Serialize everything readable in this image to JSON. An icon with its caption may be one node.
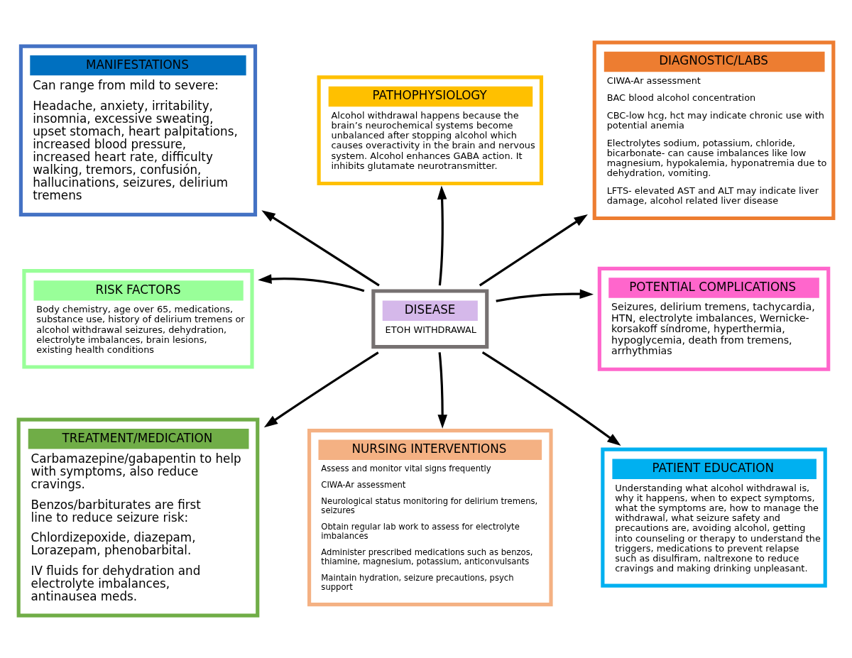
{
  "diagram": {
    "nodes": [
      {
        "text": [
          "MANIFESTATIONS",
          "Can range from mild to severe:",
          "Headache, anxiety, irritability, insomnia, excessive sweating, upset stomach, heart palpitations, increased blood pressure, increased heart rate, difficulty walking, tremors, confusión, hallucinations, seizures, delirium tremens"
        ]
      },
      {
        "text": [
          "PATHOPHYSIOLOGY",
          "Alcohol withdrawal happens because the brain’s neurochemical systems become unbalanced after stopping alcohol which causes overactivity in the brain and nervous system. Alcohol enhances GABA action. It inhibits glutamate neurotransmitter."
        ]
      },
      {
        "text": [
          "DIAGNOSTIC/LABS",
          "CIWA-Ar assessment",
          "BAC blood alcohol concentration",
          "CBC-low hcg, hct may indicate chronic use with potential anemia",
          "Electrolytes sodium, potassium, chloride, bicarbonate- can cause imbalances like low magnesium, hypokalemia, hyponatremia due to dehydration, vomiting.",
          "LFTS- elevated AST and ALT may indicate liver damage, alcohol related liver disease"
        ]
      },
      {
        "text": [
          "RISK FACTORS",
          "Body chemistry, age over 65, medications, substance use, history of delirium tremens or alcohol withdrawal seizures, dehydration, electrolyte imbalances, brain lesions, existing health conditions"
        ]
      },
      {
        "text": [
          "DISEASE",
          "ETOH WITHDRAWAL"
        ]
      },
      {
        "text": [
          "POTENTIAL COMPLICATIONS",
          "Seizures, delirium tremens, tachycardia, HTN, electrolyte imbalances, Wernicke-korsakoff síndrome, hyperthermia, hypoglycemia, death from tremens, arrhythmias"
        ]
      },
      {
        "text": [
          "TREATMENT/MEDICATION",
          "Carbamazepine/gabapentin to help with symptoms, also reduce cravings.",
          "Benzos/barbiturates are first line to reduce seizure risk:",
          "Chlordizepoxide, diazepam, Lorazepam, phenobarbital.",
          "IV fluids for dehydration and electrolyte imbalances, antinausea meds."
        ]
      },
      {
        "text": [
          "NURSING INTERVENTIONS",
          "Assess and monitor vital signs frequently",
          "CIWA-Ar assessment",
          "Neurological status monitoring for delirium tremens, seizures",
          "Obtain regular lab work to assess for electrolyte imbalances",
          "Administer prescribed medications such as benzos, thiamine, magnesium, potassium, anticonvulsants",
          "Maintain hydration, seizure precautions, psych support"
        ]
      },
      {
        "text": [
          "PATIENT EDUCATION",
          "Understanding what alcohol withdrawal is, why it happens, when to expect symptoms, what the symptoms are, how to manage the withdrawal, what seizure safety and precautions are, avoiding alcohol, getting into counseling or therapy to understand the triggers, medications to prevent relapse such as disulfiram, naltrexone to reduce cravings and making drinking unpleasant."
        ]
      }
    ],
    "edges": [
      {
        "from": 4,
        "to": 0,
        "arrow": "to"
      },
      {
        "from": 4,
        "to": 1,
        "arrow": "to"
      },
      {
        "from": 4,
        "to": 2,
        "arrow": "to"
      },
      {
        "from": 4,
        "to": 3,
        "arrow": "to"
      },
      {
        "from": 4,
        "to": 5,
        "arrow": "to"
      },
      {
        "from": 4,
        "to": 6,
        "arrow": "to"
      },
      {
        "from": 4,
        "to": 7,
        "arrow": "to"
      },
      {
        "from": 4,
        "to": 8,
        "arrow": "to"
      }
    ]
  }
}
